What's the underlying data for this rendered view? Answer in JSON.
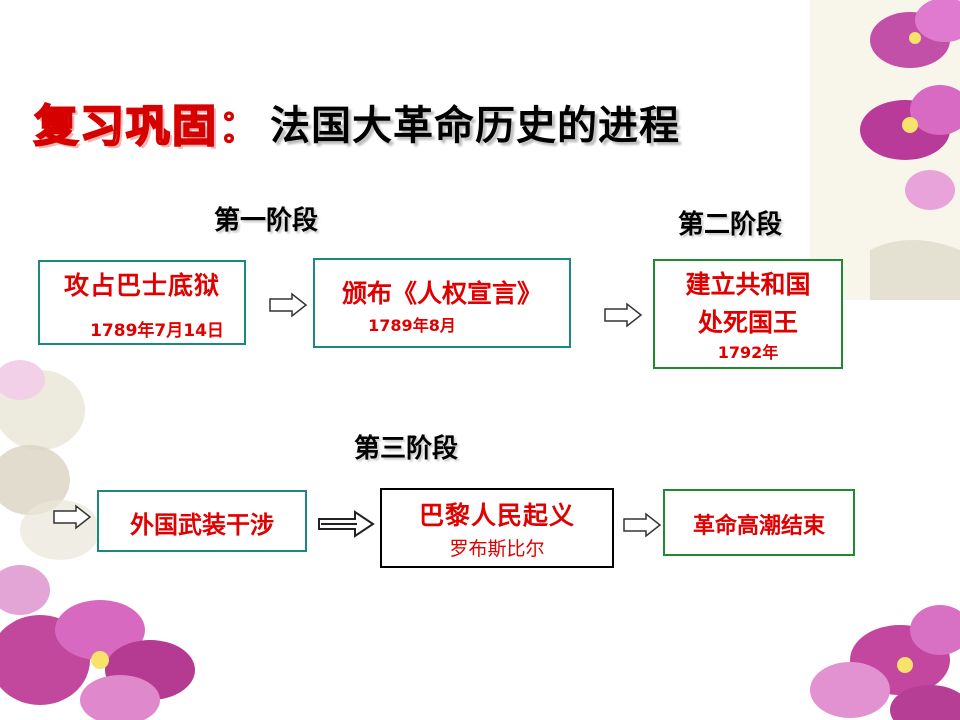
{
  "title": {
    "prefix": "复习巩固",
    "colon": "：",
    "main": "法国大革命历史的进程"
  },
  "stages": {
    "stage1": "第一阶段",
    "stage2": "第二阶段",
    "stage3": "第三阶段"
  },
  "events": {
    "bastille": {
      "title": "攻占巴士底狱",
      "date": "1789年7月14日"
    },
    "declaration": {
      "title": "颁布《人权宣言》",
      "date": "1789年8月"
    },
    "republic": {
      "line1": "建立共和国",
      "line2": "处死国王",
      "date": "1792年"
    },
    "intervention": {
      "title": "外国武装干涉"
    },
    "uprising": {
      "title": "巴黎人民起义",
      "leader": "罗布斯比尔"
    },
    "end": {
      "title": "革命高潮结束"
    }
  },
  "colors": {
    "box_teal": "#1a8a7c",
    "box_green": "#1f8a2f",
    "box_black": "#000000",
    "text_red": "#e00000"
  }
}
